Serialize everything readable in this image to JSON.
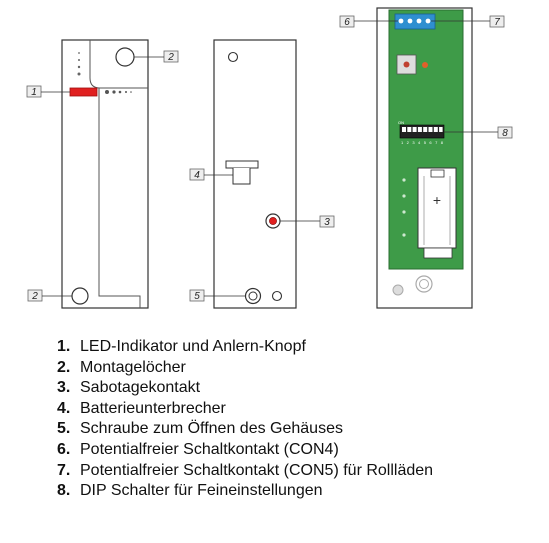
{
  "callouts": {
    "c1": "1",
    "c2a": "2",
    "c2b": "2",
    "c3": "3",
    "c4": "4",
    "c5": "5",
    "c6": "6",
    "c7": "7",
    "c8": "8"
  },
  "pcb": {
    "dip_numbers": "1 2 3 4 5 6 7 8",
    "dip_on": "ON",
    "battery_plus": "+"
  },
  "legend": [
    {
      "number": "1.",
      "text": "LED-Indikator und Anlern-Knopf"
    },
    {
      "number": "2.",
      "text": "Montagelöcher"
    },
    {
      "number": "3.",
      "text": "Sabotagekontakt"
    },
    {
      "number": "4.",
      "text": "Batterieunterbrecher"
    },
    {
      "number": "5.",
      "text": "Schraube zum Öffnen des Gehäuses"
    },
    {
      "number": "6.",
      "text": "Potentialfreier Schaltkontakt (CON4)"
    },
    {
      "number": "7.",
      "text": "Potentialfreier Schaltkontakt (CON5) für Rollläden"
    },
    {
      "number": "8.",
      "text": "DIP Schalter für Feineinstellungen"
    }
  ],
  "colors": {
    "pcb_green": "#3e9b48",
    "led_red": "#e02020",
    "terminal_blue": "#2f8fd0",
    "outline": "#333333"
  }
}
